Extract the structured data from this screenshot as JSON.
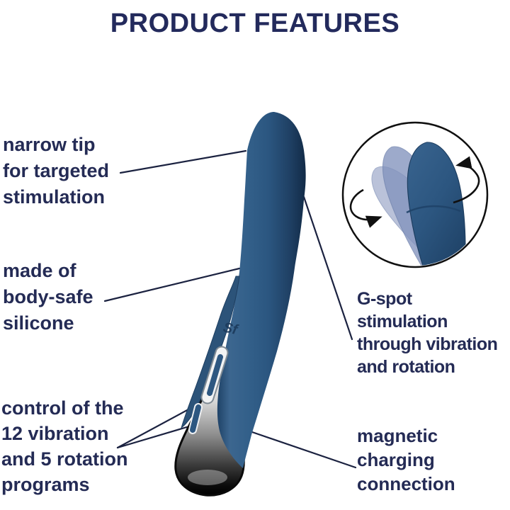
{
  "title": "PRODUCT FEATURES",
  "product": {
    "brand_logo": "Sf"
  },
  "callouts": {
    "narrow_tip": "narrow tip\nfor targeted\nstimulation",
    "body_safe": "made of\nbody-safe\nsilicone",
    "controls": "control of the\n12 vibration\nand 5 rotation\nprograms",
    "g_spot": "G-spot\nstimulation\nthrough vibration\nand rotation",
    "magnetic": "magnetic\ncharging\nconnection"
  },
  "colors": {
    "title": "#232a5c",
    "text": "#242b55",
    "line": "#1b2240",
    "product_blue": "#2d577f",
    "product_blue_light": "#3c668f",
    "product_blue_dark": "#16304f",
    "ghost_blue": "#8d9ac0",
    "chrome_light": "#f5f5f5",
    "chrome_dark": "#0d0d0d",
    "background": "#ffffff"
  }
}
